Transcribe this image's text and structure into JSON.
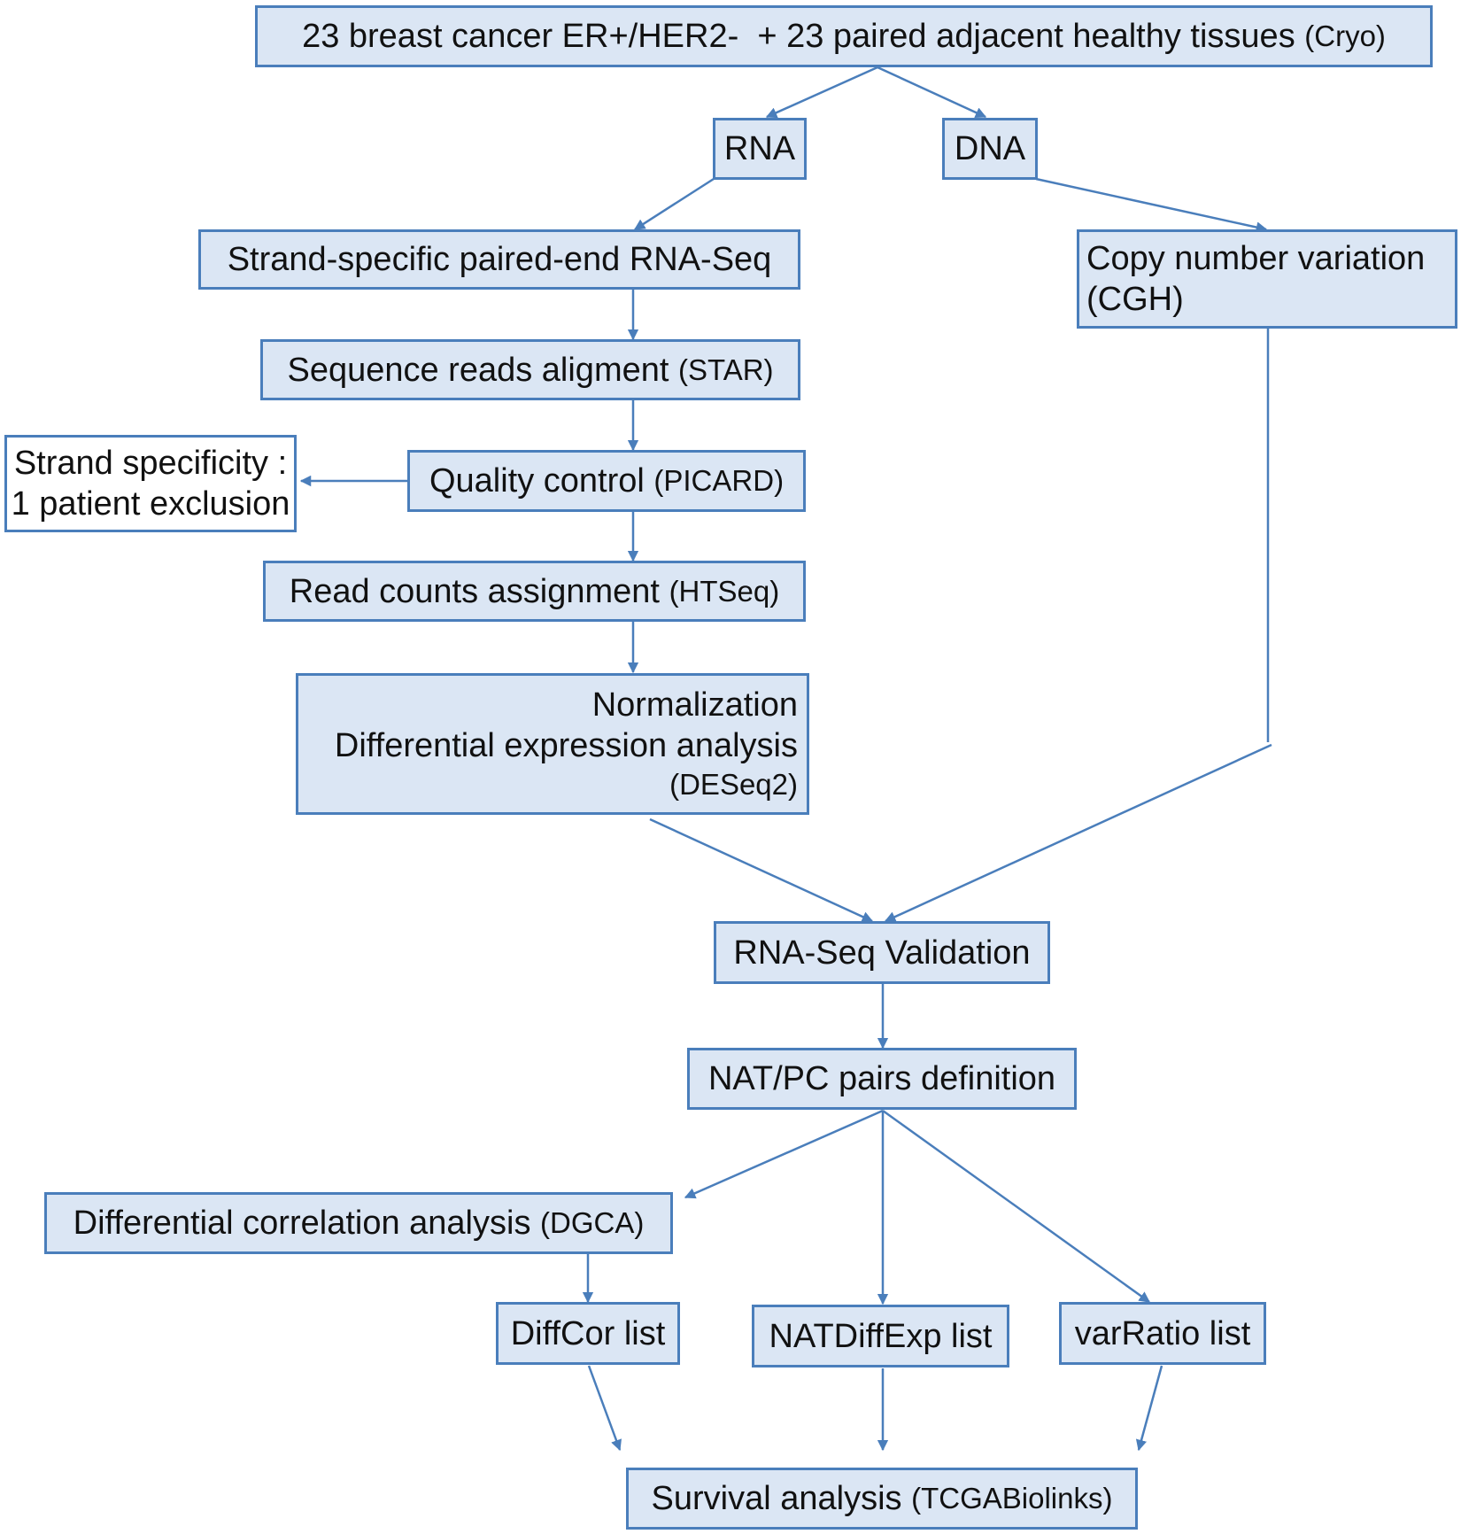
{
  "nodes": {
    "source": {
      "main": "23 breast cancer ER+/HER2-  + 23 paired adjacent healthy tissues ",
      "tag": "(Cryo)"
    },
    "rna": {
      "main": "RNA"
    },
    "dna": {
      "main": "DNA"
    },
    "rnaseq": {
      "main": "Strand-specific paired-end RNA-Seq"
    },
    "cnv": {
      "line1": "Copy number variation",
      "line2": "(CGH)"
    },
    "align": {
      "main": "Sequence reads aligment ",
      "tag": "(STAR)"
    },
    "qc": {
      "main": "Quality control ",
      "tag": "(PICARD)"
    },
    "strand_excl": {
      "line1": "Strand specificity :",
      "line2": "1 patient exclusion"
    },
    "counts": {
      "main": "Read counts assignment ",
      "tag": "(HTSeq)"
    },
    "deseq": {
      "line1": "Normalization",
      "line2": "Differential expression analysis",
      "tag": "(DESeq2)"
    },
    "validation": {
      "main": "RNA-Seq Validation"
    },
    "pairs": {
      "main": "NAT/PC pairs definition"
    },
    "dgca": {
      "main": "Differential correlation analysis ",
      "tag": "(DGCA)"
    },
    "diffcor": {
      "main": "DiffCor list"
    },
    "natdiffexp": {
      "main": "NATDiffExp list"
    },
    "varratio": {
      "main": "varRatio list"
    },
    "survival": {
      "main": "Survival analysis ",
      "tag": "(TCGABiolinks)"
    }
  },
  "colors": {
    "box_fill": "#dbe6f4",
    "box_border": "#4a7ebb",
    "arrow": "#4a7ebb"
  }
}
